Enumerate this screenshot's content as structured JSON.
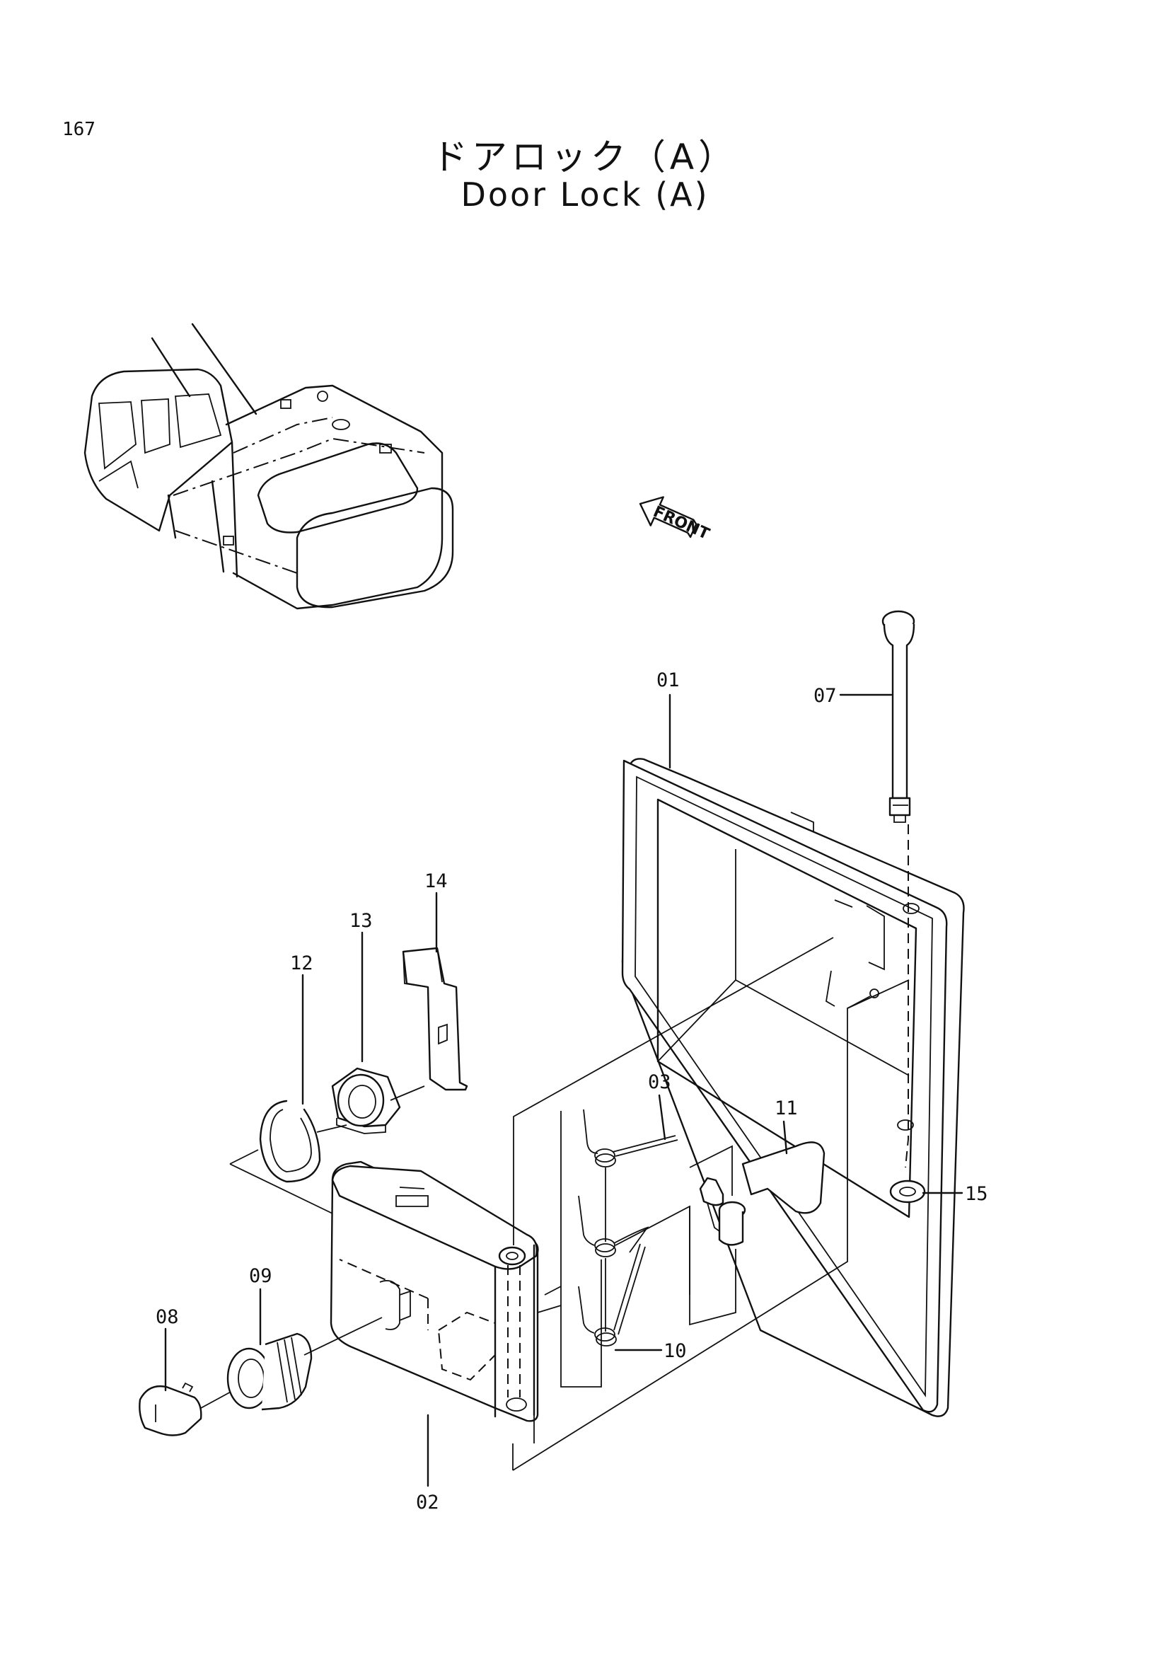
{
  "page_number": "167",
  "title_jp": "ドアロック（A）",
  "title_en": "Door Lock (A)",
  "front_label": "FRONT",
  "callouts": [
    "01",
    "02",
    "03",
    "07",
    "08",
    "09",
    "10",
    "11",
    "12",
    "13",
    "14",
    "15"
  ]
}
